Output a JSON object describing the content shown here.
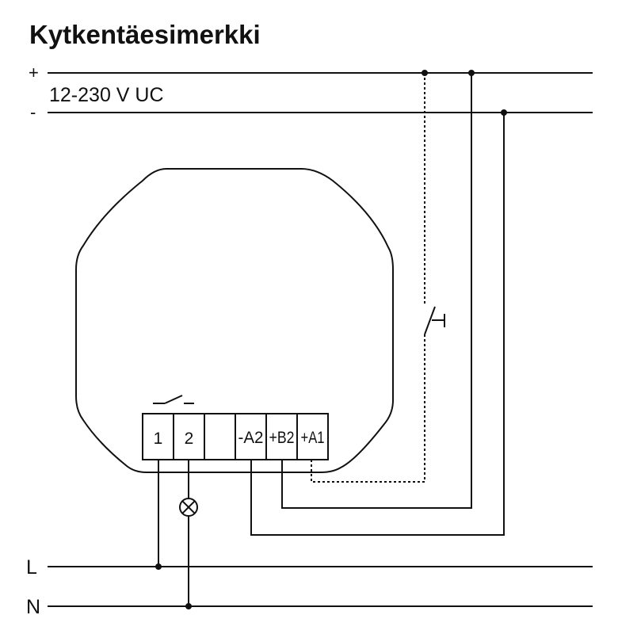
{
  "title": "Kytkentäesimerkki",
  "supply": {
    "plus": "+",
    "minus": "-",
    "voltage": "12-230 V UC"
  },
  "mains": {
    "line": "L",
    "neutral": "N"
  },
  "terminals": [
    "1",
    "2",
    "",
    "-A2",
    "+B2",
    "+A1"
  ]
}
